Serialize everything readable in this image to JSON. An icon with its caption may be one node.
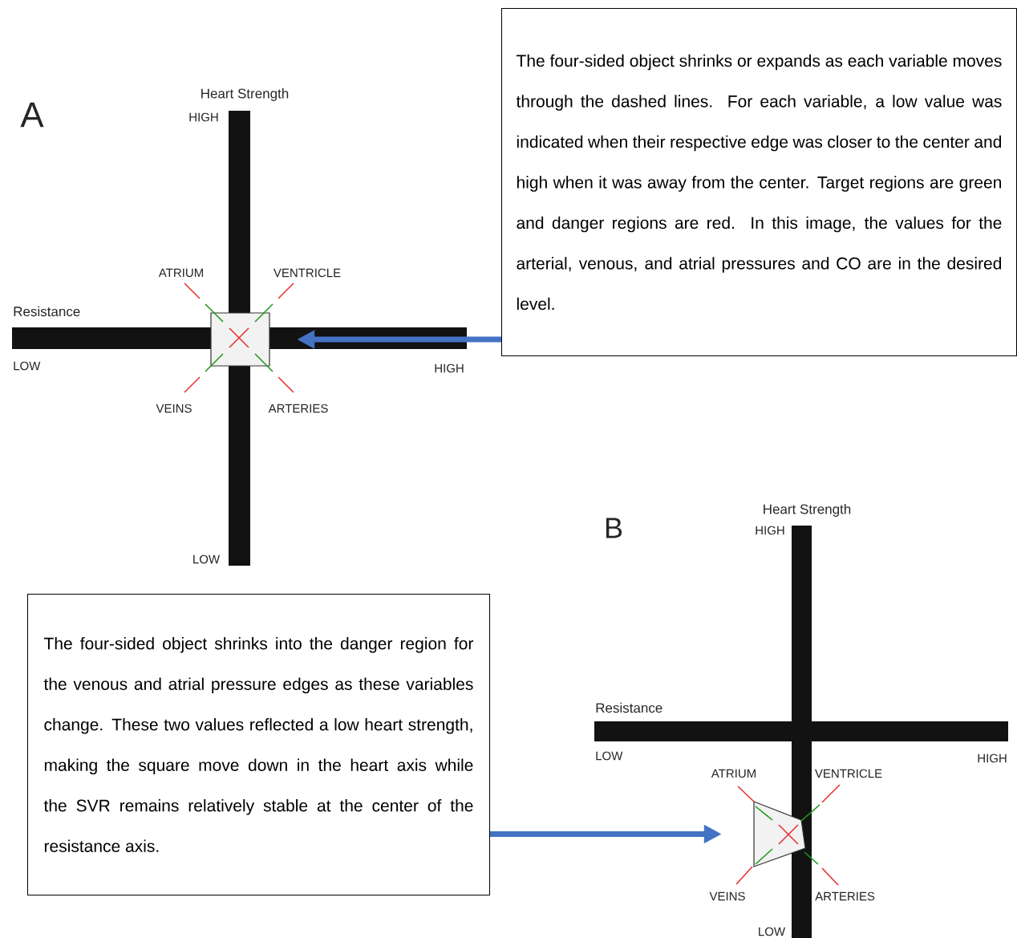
{
  "diagram": {
    "nodes": [
      {
        "text": [
          "The four-sided object shrinks or expands as each variable moves through the dashed lines. For each variable, a low value was indicated when their respective edge was closer to the center and high when it was away from the center. Target regions are green and danger regions are red. In this image, the values for the arterial, venous, and atrial pressures and CO are in the desired level."
        ]
      },
      {
        "text": [],
        "shape": "box"
      },
      {
        "text": [
          "The four-sided object shrinks into the danger region for the venous and atrial pressure edges as these variables change. These two values reflected a low heart strength, making the square move down in the heart axis while the SVR remains relatively stable at the center of the resistance axis."
        ]
      },
      {
        "text": [],
        "shape": "box"
      }
    ],
    "edges": [
      {
        "from": 0,
        "to": 1,
        "arrow": "to"
      },
      {
        "from": 2,
        "to": 3,
        "arrow": "to"
      }
    ],
    "labels": [
      "A",
      "Heart Strength",
      "HIGH",
      "ATRIUM",
      "VENTRICLE",
      "Resistance",
      "LOW",
      "HIGH",
      "VEINS",
      "ARTERIES",
      "LOW",
      "B",
      "Heart Strength",
      "HIGH",
      "Resistance",
      "LOW",
      "HIGH",
      "ATRIUM",
      "VENTRICLE",
      "VEINS",
      "ARTERIES",
      "LOW"
    ]
  }
}
